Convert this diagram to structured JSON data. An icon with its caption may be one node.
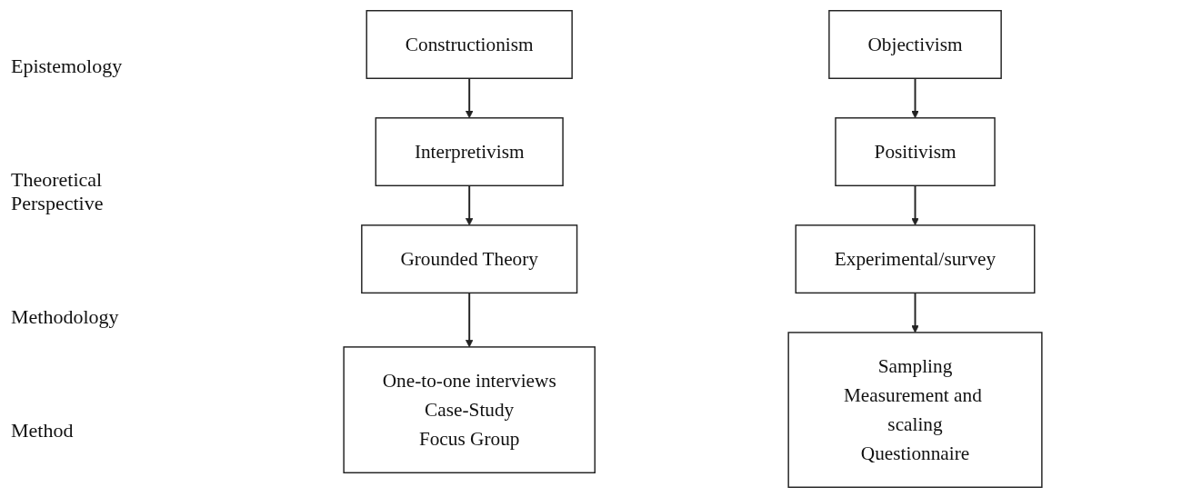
{
  "diagram": {
    "nodes": [
      {
        "text": [
          "Constructionism"
        ]
      },
      {
        "text": [
          "Interpretivism"
        ]
      },
      {
        "text": [
          "Grounded Theory"
        ]
      },
      {
        "text": [
          "One-to-one interviews",
          "Case-Study",
          "Focus Group"
        ]
      },
      {
        "text": [
          "Objectivism"
        ]
      },
      {
        "text": [
          "Positivism"
        ]
      },
      {
        "text": [
          "Experimental/survey"
        ]
      },
      {
        "text": [
          "Sampling",
          "Measurement and scaling",
          "Questionnaire"
        ]
      }
    ],
    "edges": [
      {
        "from": 0,
        "to": 1,
        "arrow": "to"
      },
      {
        "from": 1,
        "to": 2,
        "arrow": "to"
      },
      {
        "from": 2,
        "to": 3,
        "arrow": "to"
      },
      {
        "from": 4,
        "to": 5,
        "arrow": "to"
      },
      {
        "from": 5,
        "to": 6,
        "arrow": "to"
      },
      {
        "from": 6,
        "to": 7,
        "arrow": "to"
      }
    ],
    "labels": [
      "Epistemology",
      "Theoretical Perspective",
      "Methodology",
      "Method"
    ]
  }
}
